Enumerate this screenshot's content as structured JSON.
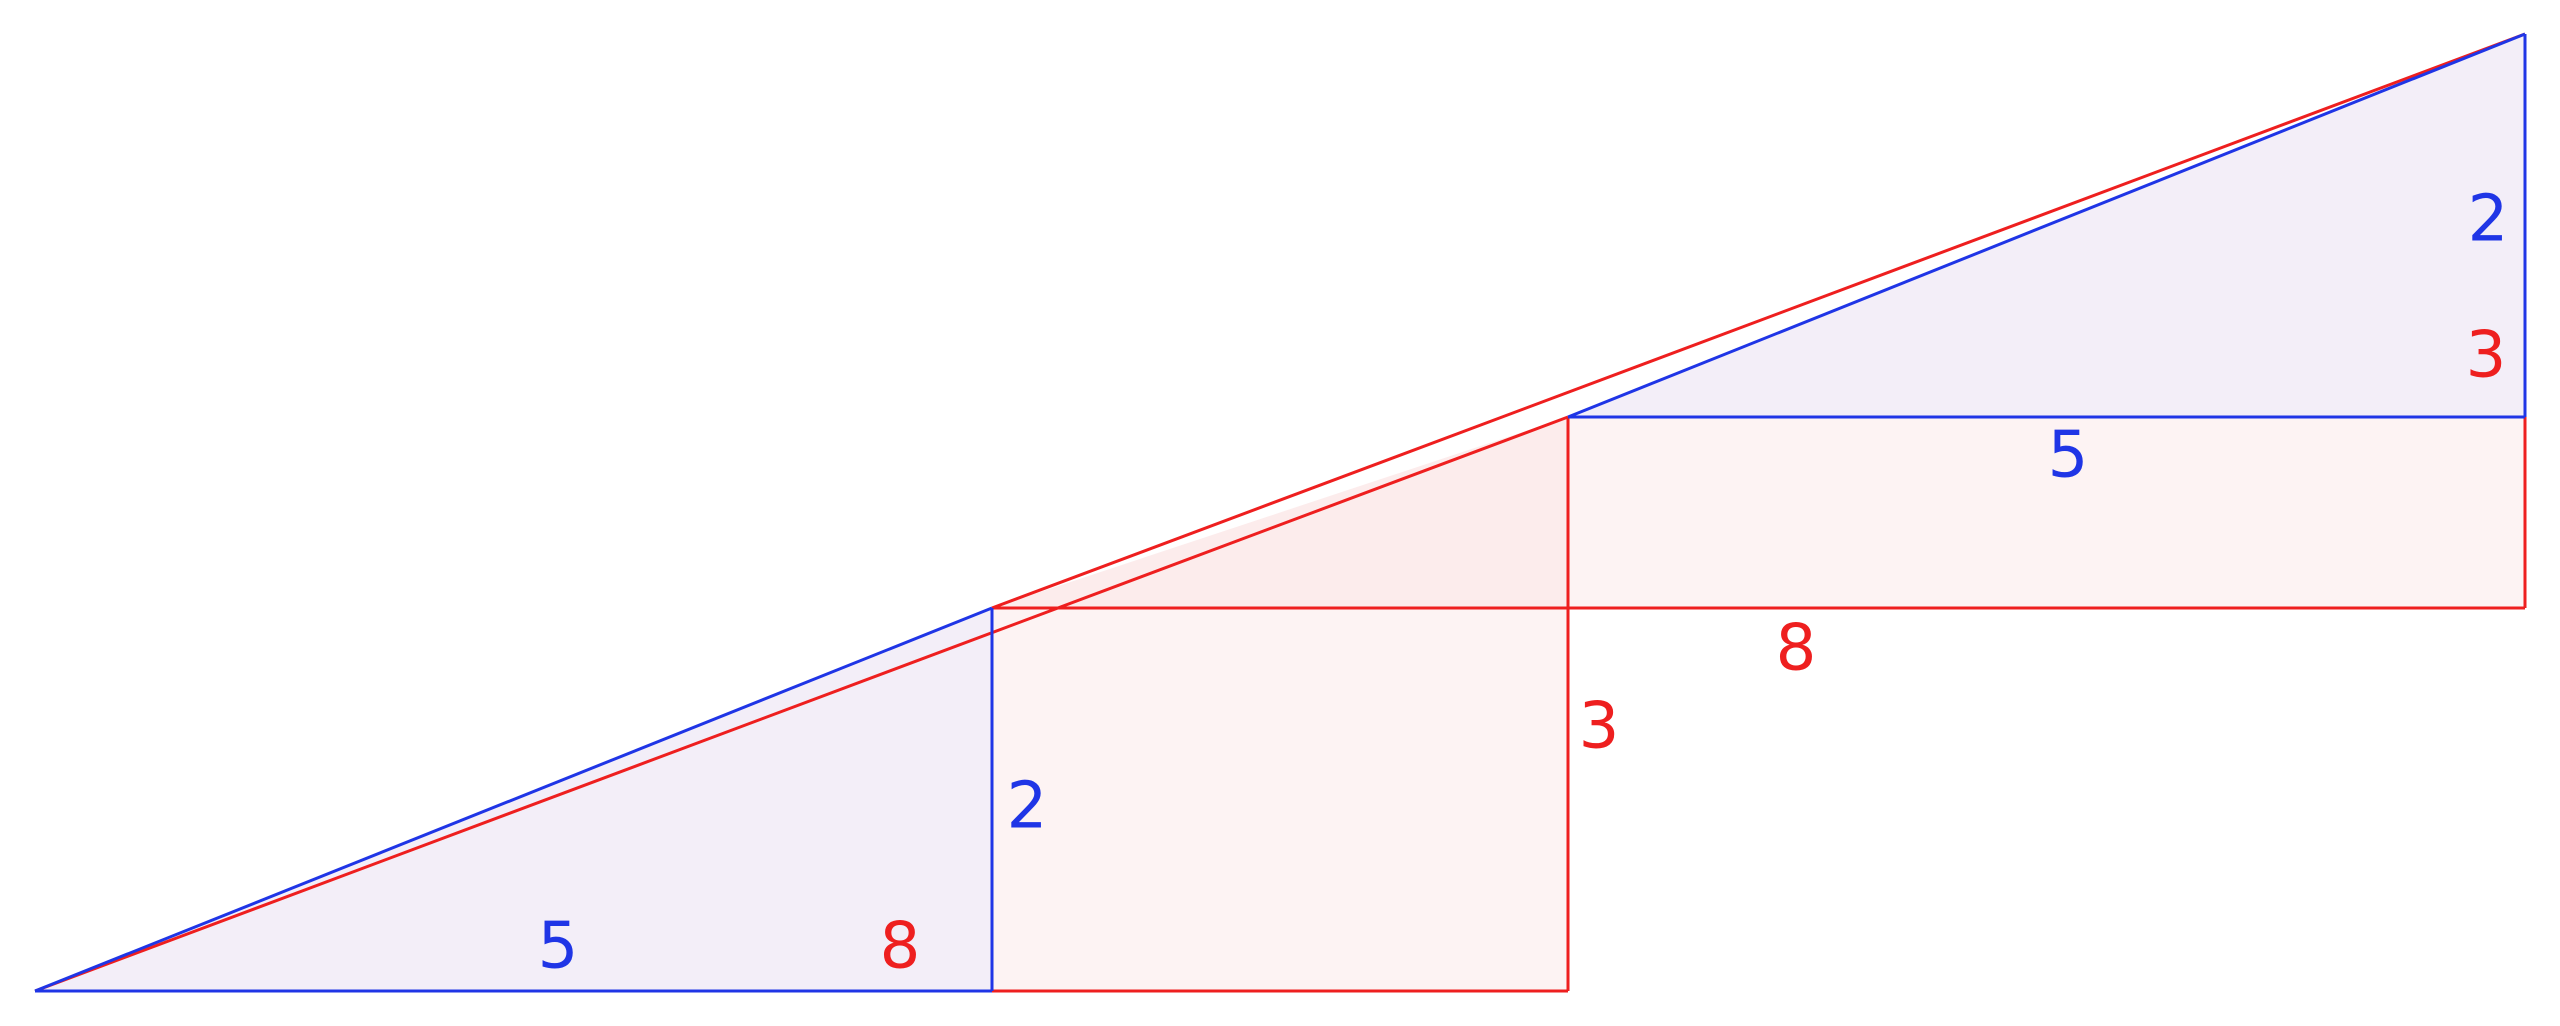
{
  "colors": {
    "blue": "#1f35e6",
    "red": "#ee1f1f",
    "blue_fill": "#f3eef8",
    "red_fill": "#fdf3f3"
  },
  "labels": {
    "blue_bottom_base": "5",
    "red_bottom_base": "8",
    "blue_left_height": "2",
    "red_middle_height": "3",
    "red_middle_base": "8",
    "blue_top_base": "5",
    "blue_top_height": "2",
    "red_top_height": "3"
  }
}
